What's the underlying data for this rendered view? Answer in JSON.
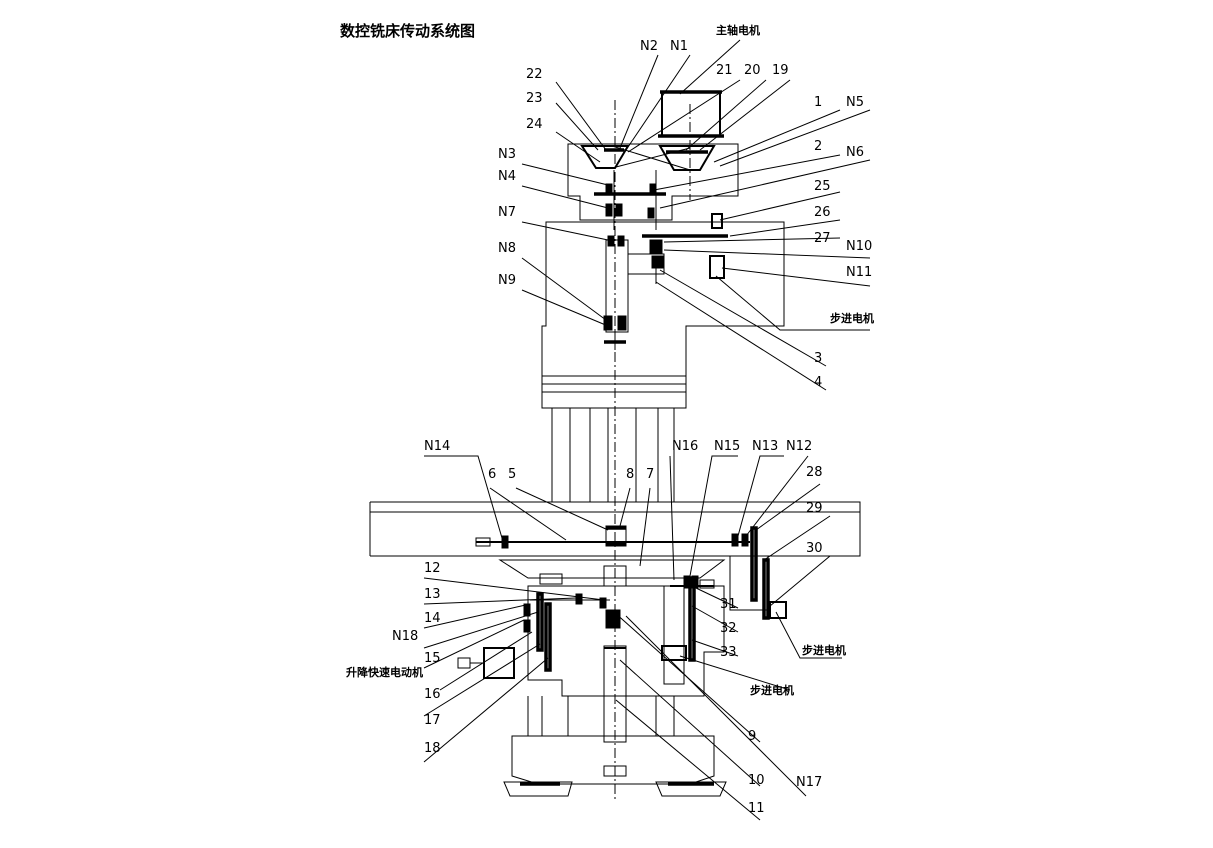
{
  "title": "数控铣床传动系统图",
  "labels": {
    "spindle_motor": "主轴电机",
    "stepper_upper": "步进电机",
    "stepper_right": "步进电机",
    "stepper_lower": "步进电机",
    "lift_motor": "升降快速电动机"
  },
  "shafts": [
    "N1",
    "N2",
    "N3",
    "N4",
    "N5",
    "N6",
    "N7",
    "N8",
    "N9",
    "N10",
    "N11",
    "N12",
    "N13",
    "N14",
    "N15",
    "N16",
    "N17",
    "N18"
  ],
  "parts": [
    "1",
    "2",
    "3",
    "4",
    "5",
    "6",
    "7",
    "8",
    "9",
    "10",
    "11",
    "12",
    "13",
    "14",
    "15",
    "16",
    "17",
    "18",
    "19",
    "20",
    "21",
    "22",
    "23",
    "24",
    "25",
    "26",
    "27",
    "28",
    "29",
    "30",
    "31",
    "32",
    "33"
  ]
}
